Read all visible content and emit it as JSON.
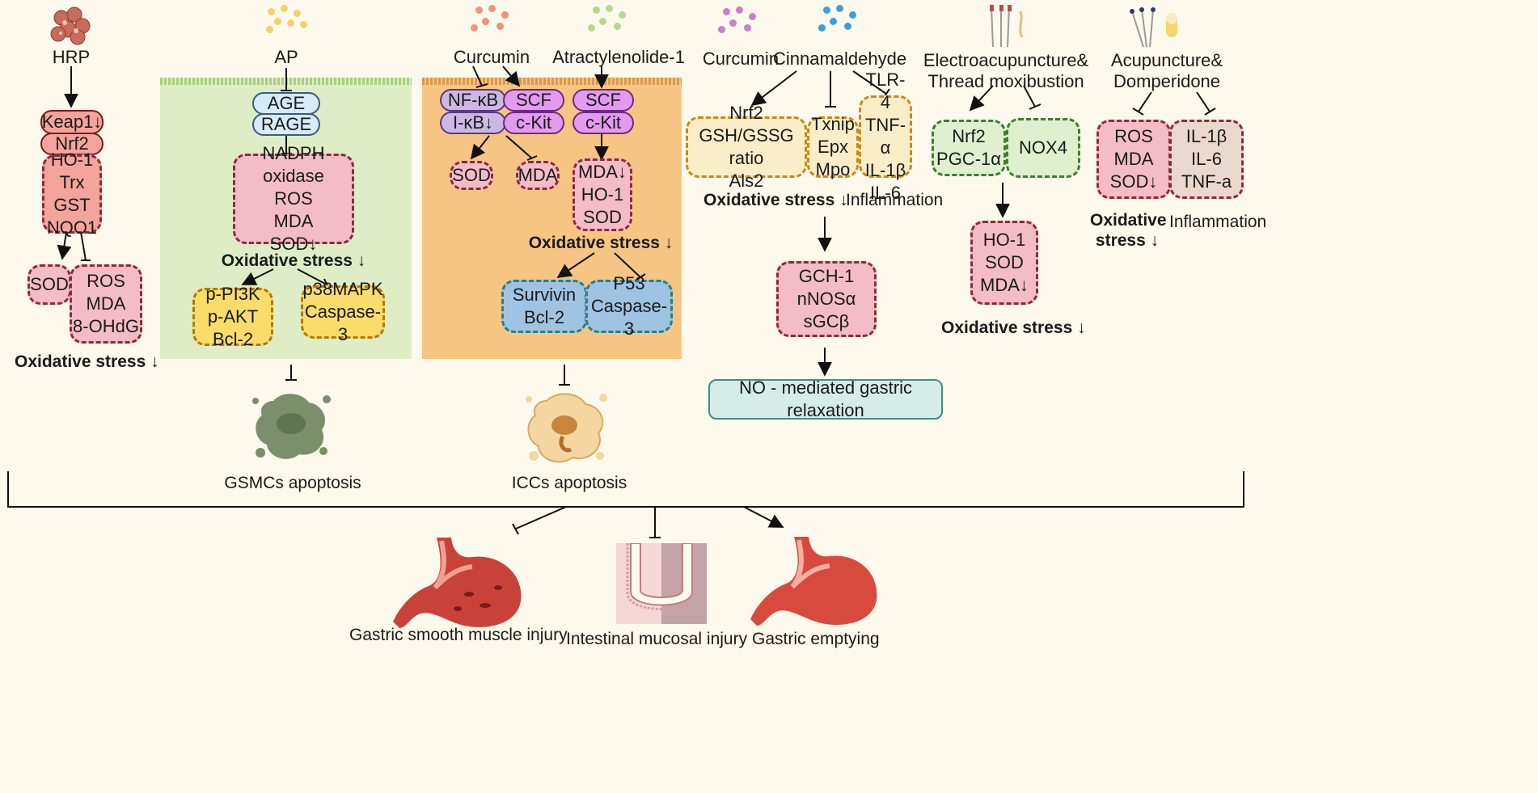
{
  "col1": {
    "source": "HRP",
    "keap1": "Keap1↓",
    "nrf2": "Nrf2",
    "targets": [
      "HO-1",
      "Trx",
      "GST",
      "NQO1"
    ],
    "sod": "SOD",
    "markers": [
      "ROS",
      "MDA",
      "8-OHdG"
    ],
    "outcome": "Oxidative stress ↓"
  },
  "col2": {
    "source": "AP",
    "receptor": [
      "AGE",
      "RAGE"
    ],
    "markers": [
      "NADPH oxidase",
      "ROS",
      "MDA",
      "SOD↓"
    ],
    "outcome": "Oxidative stress ↓",
    "left": [
      "p-PI3K",
      "p-AKT",
      "Bcl-2"
    ],
    "right": [
      "p38MAPK",
      "Caspase-3"
    ],
    "result": "GSMCs apoptosis"
  },
  "col3": {
    "source1": "Curcumin",
    "source2": "Atractylenolide-1",
    "nfkb": "NF-κB",
    "ikb": "I-κB↓",
    "scf": "SCF",
    "ckit": "c-Kit",
    "sod": "SOD",
    "mda": "MDA",
    "markers": [
      "MDA↓",
      "HO-1",
      "SOD"
    ],
    "outcome": "Oxidative stress ↓",
    "left": [
      "Survivin",
      "Bcl-2"
    ],
    "right": [
      "P53",
      "Caspase-3"
    ],
    "result": "ICCs apoptosis"
  },
  "col4": {
    "source1": "Curcumin",
    "source2": "Cinnamaldehyde",
    "box1": [
      "Nrf2",
      "GSH/GSSG ratio",
      "Als2"
    ],
    "box2": [
      "Txnip",
      "Epx",
      "Mpo"
    ],
    "box3": [
      "TLR-4",
      "TNF-α",
      "IL-1β",
      "IL-6"
    ],
    "outcome": "Oxidative stress ↓",
    "inflammation": "Inflammation",
    "box4": [
      "GCH-1",
      "nNOSα",
      "sGCβ"
    ],
    "result": "NO - mediated gastric relaxation"
  },
  "col5": {
    "source": [
      "Electroacupuncture&",
      "Thread moxibustion"
    ],
    "box1": [
      "Nrf2",
      "PGC-1α"
    ],
    "box2": [
      "NOX4"
    ],
    "box3": [
      "HO-1",
      "SOD",
      "MDA↓"
    ],
    "outcome": "Oxidative stress ↓"
  },
  "col6": {
    "source": [
      "Acupuncture&",
      "Domperidone"
    ],
    "box1": [
      "ROS",
      "MDA",
      "SOD↓"
    ],
    "box2": [
      "IL-1β",
      "IL-6",
      "TNF-a"
    ],
    "outcome": [
      "Oxidative",
      "stress ↓"
    ],
    "inflammation": "Inflammation"
  },
  "bottom": {
    "labels": [
      "Gastric smooth muscle injury",
      "Intestinal mucosal injury",
      "Gastric emptying"
    ]
  },
  "colors": {
    "background": "#fdf9ec",
    "green_panel": "#dfedc6",
    "orange_panel": "#f6c583",
    "pink": "#f4bcc7",
    "salmon": "#f3a49b",
    "yellow": "#f9dc6a",
    "steel": "#9fc3e3",
    "teal_box": "#d6ece8"
  }
}
